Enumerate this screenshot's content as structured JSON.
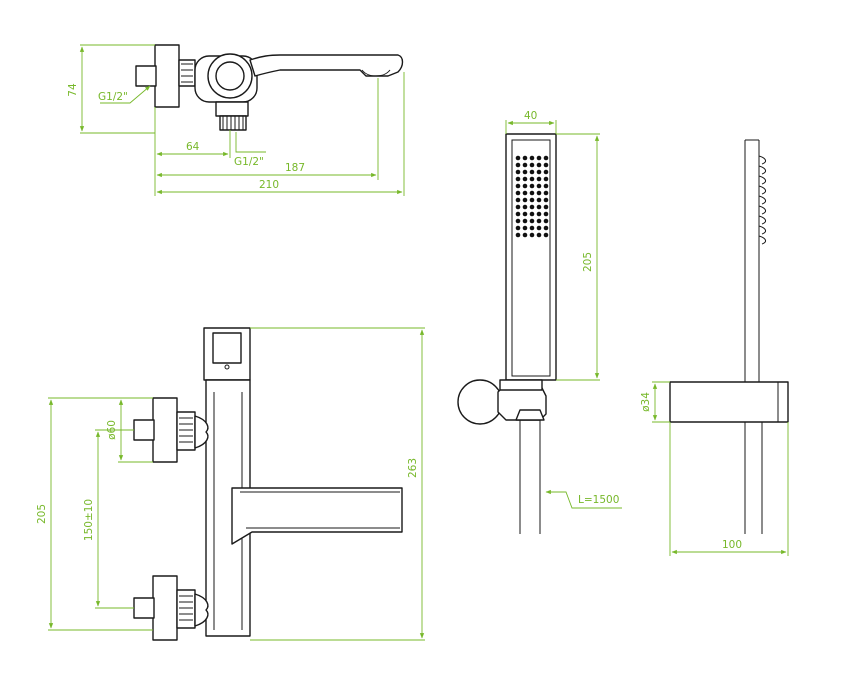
{
  "colors": {
    "dimension": "#77b82a",
    "outline": "#1a1a1a",
    "background": "#ffffff"
  },
  "top_view": {
    "height_74": "74",
    "thread_inlet": "G1/2\"",
    "offset_64": "64",
    "thread_outlet": "G1/2\"",
    "spout_187": "187",
    "total_210": "210"
  },
  "front_view": {
    "height_263": "263",
    "height_205": "205",
    "centers_150": "150±10",
    "diameter_60": "ø60"
  },
  "hand_shower": {
    "width_40": "40",
    "length_205": "205",
    "hose_length": "L=1500"
  },
  "holder_view": {
    "diameter_34": "ø34",
    "width_100": "100"
  }
}
